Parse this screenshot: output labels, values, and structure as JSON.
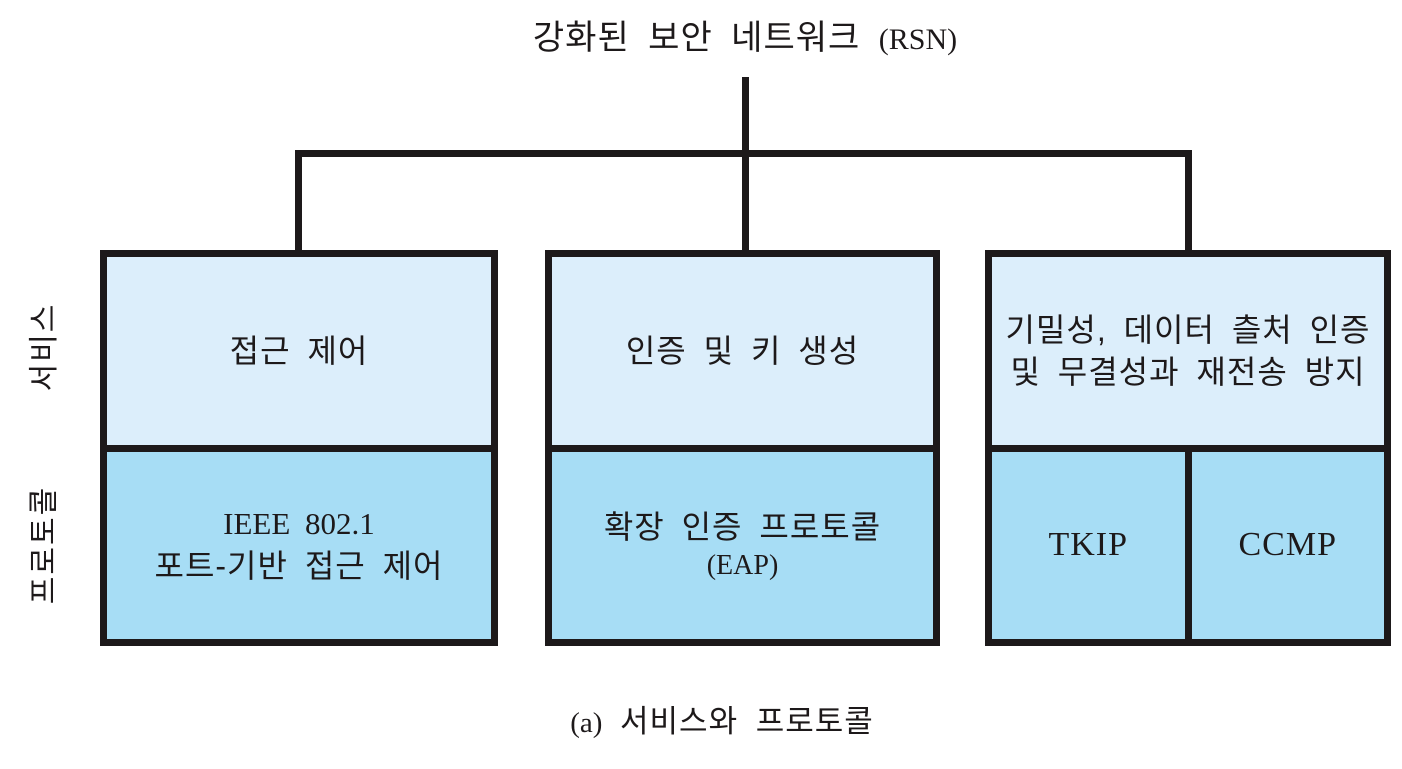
{
  "title": {
    "korean": "강화된 보안 네트워크",
    "latin": "(RSN)"
  },
  "row_labels": {
    "services": "서비스",
    "protocols": "프로토콜"
  },
  "columns": [
    {
      "service": "접근 제어",
      "protocol_line1": "IEEE 802.1",
      "protocol_line2": "포트-기반 접근 제어"
    },
    {
      "service": "인증 및 키 생성",
      "protocol_line1": "확장 인증 프로토콜",
      "protocol_line2": "(EAP)"
    },
    {
      "service_line1": "기밀성, 데이터 츨처 인증",
      "service_line2": "및 무결성과 재전송 방지",
      "protocols": [
        "TKIP",
        "CCMP"
      ]
    }
  ],
  "caption": {
    "latin": "(a)",
    "korean": "서비스와 프로토콜"
  },
  "colors": {
    "service_fill": "#dceefb",
    "protocol_fill": "#a7ddf5",
    "line": "#1d191a"
  }
}
